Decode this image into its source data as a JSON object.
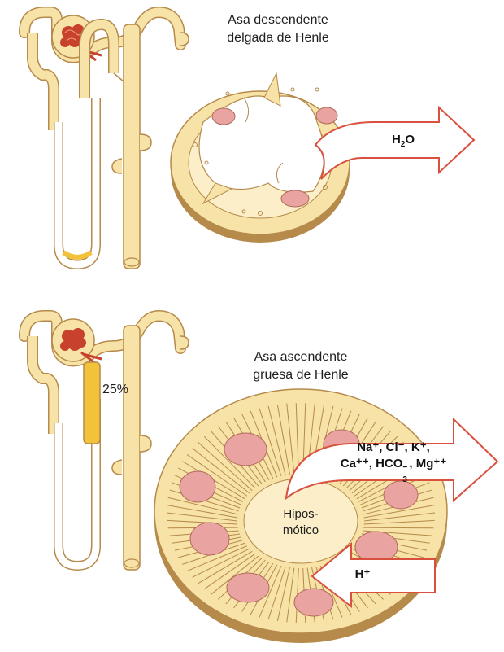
{
  "top_panel": {
    "title_line1": "Asa descendente",
    "title_line2": "delgada de Henle",
    "arrow_label": "H",
    "arrow_label_sub": "2",
    "arrow_label_tail": "O"
  },
  "bottom_panel": {
    "title_line1": "Asa ascendente",
    "title_line2": "gruesa de Henle",
    "percent_label": "25%",
    "out_ions_line1": "Na⁺, Cl⁻, K⁺,",
    "out_ions_line2_a": "Ca⁺⁺, HCO",
    "out_ions_line2_sub": "3",
    "out_ions_line2_sup": "−",
    "out_ions_line2_b": ", Mg⁺⁺",
    "lumen_line1": "Hipos-",
    "lumen_line2": "mótico",
    "in_ion": "H⁺"
  },
  "colors": {
    "tubule": "#f7e2a8",
    "tubule_outline": "#b58a4a",
    "highlight_segment": "#f2c23a",
    "glomerulus": "#c8412d",
    "nucleus": "#e9a3a0",
    "arrow_outline": "#d9503f",
    "cell_fill": "#fbeec8"
  }
}
